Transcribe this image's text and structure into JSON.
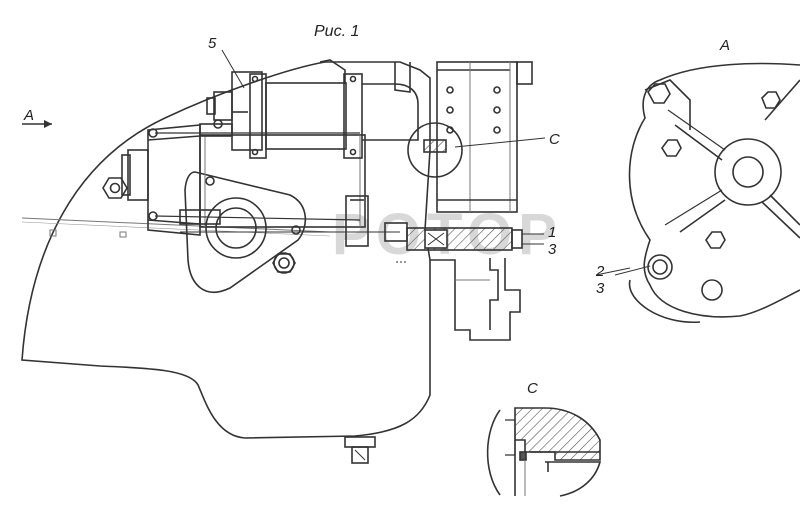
{
  "figure": {
    "caption": "Рис. 1",
    "view_a_arrow_label": "А",
    "view_a_label": "А",
    "section_c_label": "С",
    "section_view_label": "С"
  },
  "callouts": {
    "item_5": "5",
    "item_1": "1",
    "item_3_main": "3",
    "item_2": "2",
    "item_3_view": "3"
  },
  "watermark": {
    "text": "РОТОР",
    "color": "#d8d8d8"
  },
  "colors": {
    "line": "#333333",
    "thin": "#777777",
    "hatch": "#555555"
  }
}
